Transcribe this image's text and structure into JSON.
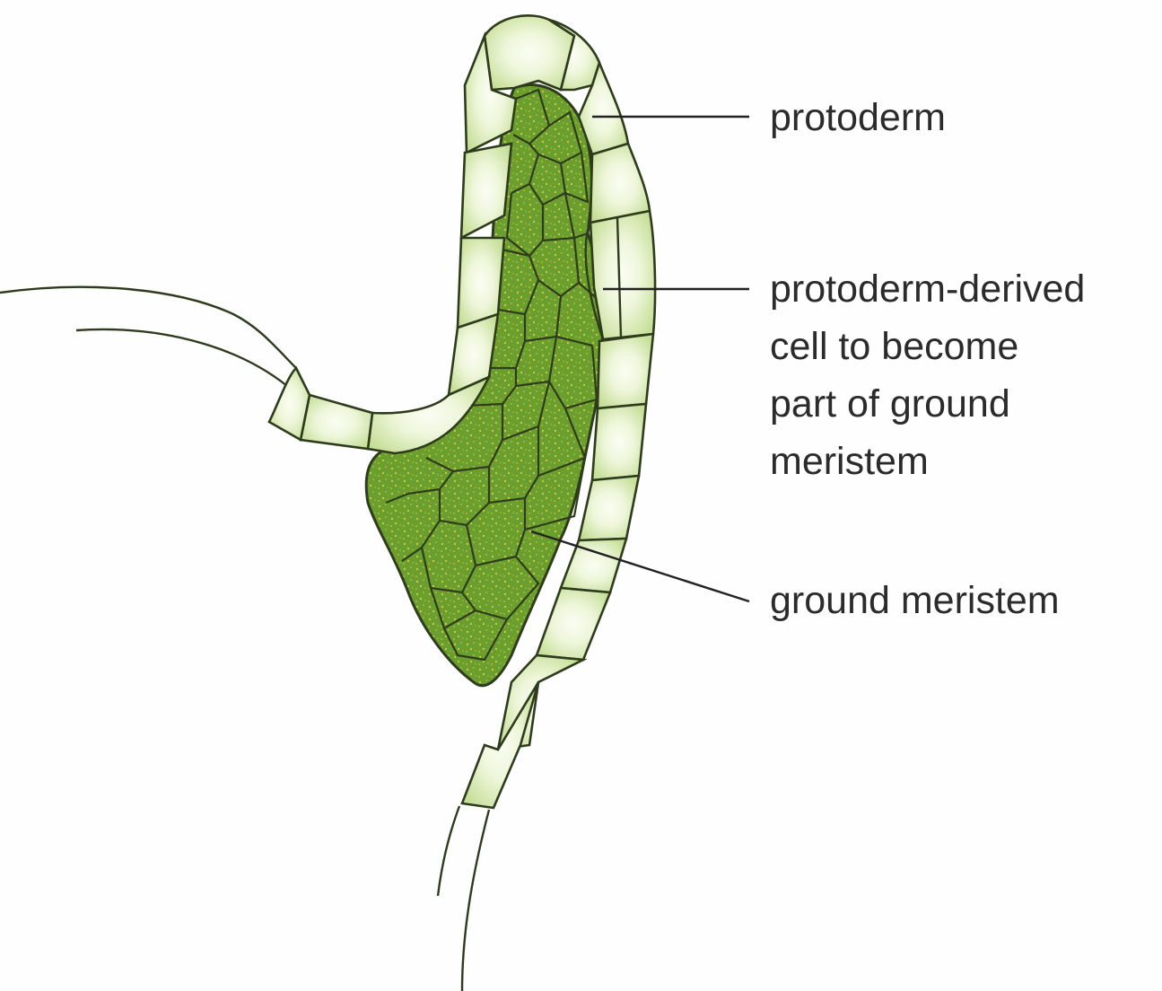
{
  "labels": {
    "protoderm": "protoderm",
    "protoderm_derived": {
      "line1": "protoderm-derived",
      "line2": "cell to become",
      "line3": "part of ground",
      "line4": "meristem"
    },
    "ground_meristem": "ground meristem"
  },
  "colors": {
    "protoderm_fill": "#d7eab4",
    "protoderm_highlight": "#f8fcee",
    "ground_meristem_fill": "#69a02e",
    "ground_meristem_speckle": "#c2c43a",
    "outline": "#2e3b1c",
    "leader_line": "#222222",
    "background": "#fefefe"
  }
}
